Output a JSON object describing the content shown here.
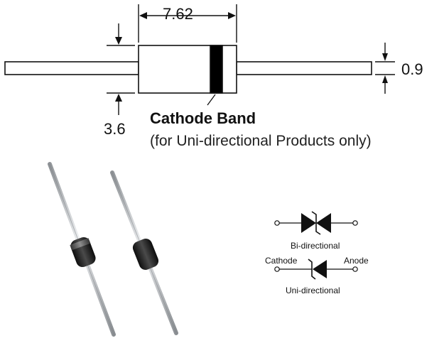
{
  "dimensions": {
    "body_length": "7.62",
    "body_diameter": "3.6",
    "lead_diameter": "0.9"
  },
  "band_label": {
    "title": "Cathode Band",
    "note": "(for Uni-directional Products only)"
  },
  "symbols": {
    "bidirectional_caption": "Bi-directional",
    "unidirectional_caption": "Uni-directional",
    "cathode_label": "Cathode",
    "anode_label": "Anode"
  },
  "colors": {
    "line": "#111111",
    "band": "#000000",
    "lead": "#c4c7cb",
    "body": "#1d1d1d"
  }
}
